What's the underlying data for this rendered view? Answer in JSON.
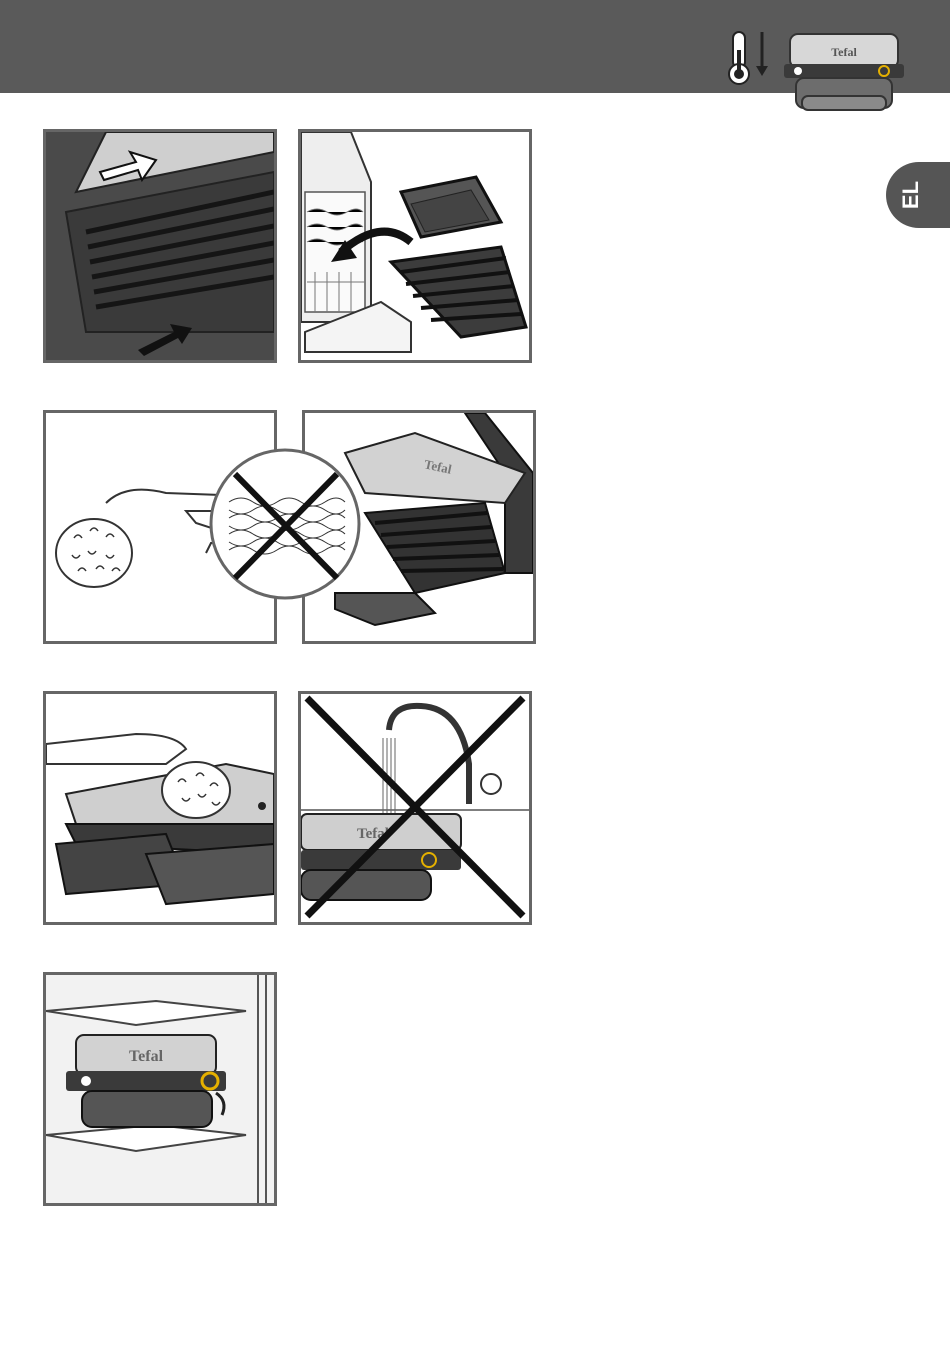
{
  "header": {
    "background_color": "#5a5a5a",
    "brand_logo": "Tefal",
    "icons": [
      "thermometer-icon",
      "down-arrow-icon",
      "grill-appliance-icon"
    ]
  },
  "language_tab": {
    "label": "EL",
    "color": "#555555"
  },
  "panels": [
    {
      "id": 1,
      "icon": "remove-plates-illustration"
    },
    {
      "id": 2,
      "icon": "dishwasher-plates-illustration"
    },
    {
      "id": 3,
      "icon": "sponge-no-scourer-illustration",
      "prohibited": true
    },
    {
      "id": 4,
      "icon": "open-grill-illustration"
    },
    {
      "id": 5,
      "icon": "wipe-housing-illustration"
    },
    {
      "id": 6,
      "icon": "no-water-immersion-illustration",
      "prohibited": true
    },
    {
      "id": 7,
      "icon": "store-grill-shelf-illustration"
    }
  ]
}
